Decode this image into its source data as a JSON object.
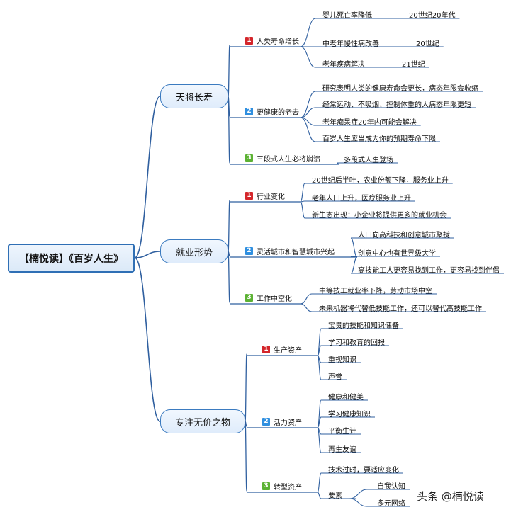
{
  "root": "【楠悦读】《百岁人生》",
  "topics": [
    {
      "label": "天将长寿",
      "subs": [
        {
          "num": "1",
          "label": "人类寿命增长",
          "leaves": [
            {
              "text": "婴儿死亡率降低",
              "note": "20世纪20年代"
            },
            {
              "text": "中老年慢性病改善",
              "note": "20世纪"
            },
            {
              "text": "老年疾病解决",
              "note": "21世纪"
            }
          ]
        },
        {
          "num": "2",
          "label": "更健康的老去",
          "leaves": [
            {
              "text": "研究表明人类的健康寿命会更长，病态年限会收缩"
            },
            {
              "text": "经常运动、不吸烟、控制体重的人病态年限更短"
            },
            {
              "text": "老年痴呆症20年内可能会解决"
            },
            {
              "text": "百岁人生应当成为你的预期寿命下限"
            }
          ]
        },
        {
          "num": "3",
          "label": "三段式人生必将崩溃",
          "leaves": [
            {
              "text": "多段式人生登场"
            }
          ]
        }
      ]
    },
    {
      "label": "就业形势",
      "subs": [
        {
          "num": "1",
          "label": "行业变化",
          "leaves": [
            {
              "text": "20世纪后半叶，农业份额下降，服务业上升"
            },
            {
              "text": "老年人口上升，医疗服务业上升"
            },
            {
              "text": "新生态出现：小企业将提供更多的就业机会"
            }
          ]
        },
        {
          "num": "2",
          "label": "灵活城市和智慧城市兴起",
          "leaves": [
            {
              "text": "人口向高科技和创意城市聚拢"
            },
            {
              "text": "创意中心也有世界级大学"
            },
            {
              "text": "高技能工人更容易找到工作，更容易找到伴侣"
            }
          ]
        },
        {
          "num": "3",
          "label": "工作中空化",
          "leaves": [
            {
              "text": "中等技工就业率下降，劳动市场中空"
            },
            {
              "text": "未来机器将代替低技能工作，还可以替代高技能工作"
            }
          ]
        }
      ]
    },
    {
      "label": "专注无价之物",
      "subs": [
        {
          "num": "1",
          "label": "生产资产",
          "leaves": [
            {
              "text": "宝贵的技能和知识储备"
            },
            {
              "text": "学习和教育的回报"
            },
            {
              "text": "重视知识"
            },
            {
              "text": "声誉"
            }
          ]
        },
        {
          "num": "2",
          "label": "活力资产",
          "leaves": [
            {
              "text": "健康和健美"
            },
            {
              "text": "学习健康知识"
            },
            {
              "text": "平衡生计"
            },
            {
              "text": "再生友谊"
            }
          ]
        },
        {
          "num": "3",
          "label": "转型资产",
          "leaves": [
            {
              "text": "技术过时，要适应变化"
            },
            {
              "text": "要素",
              "children": [
                "自我认知",
                "多元网络"
              ]
            }
          ]
        }
      ]
    }
  ],
  "watermark": "头条 @楠悦读"
}
